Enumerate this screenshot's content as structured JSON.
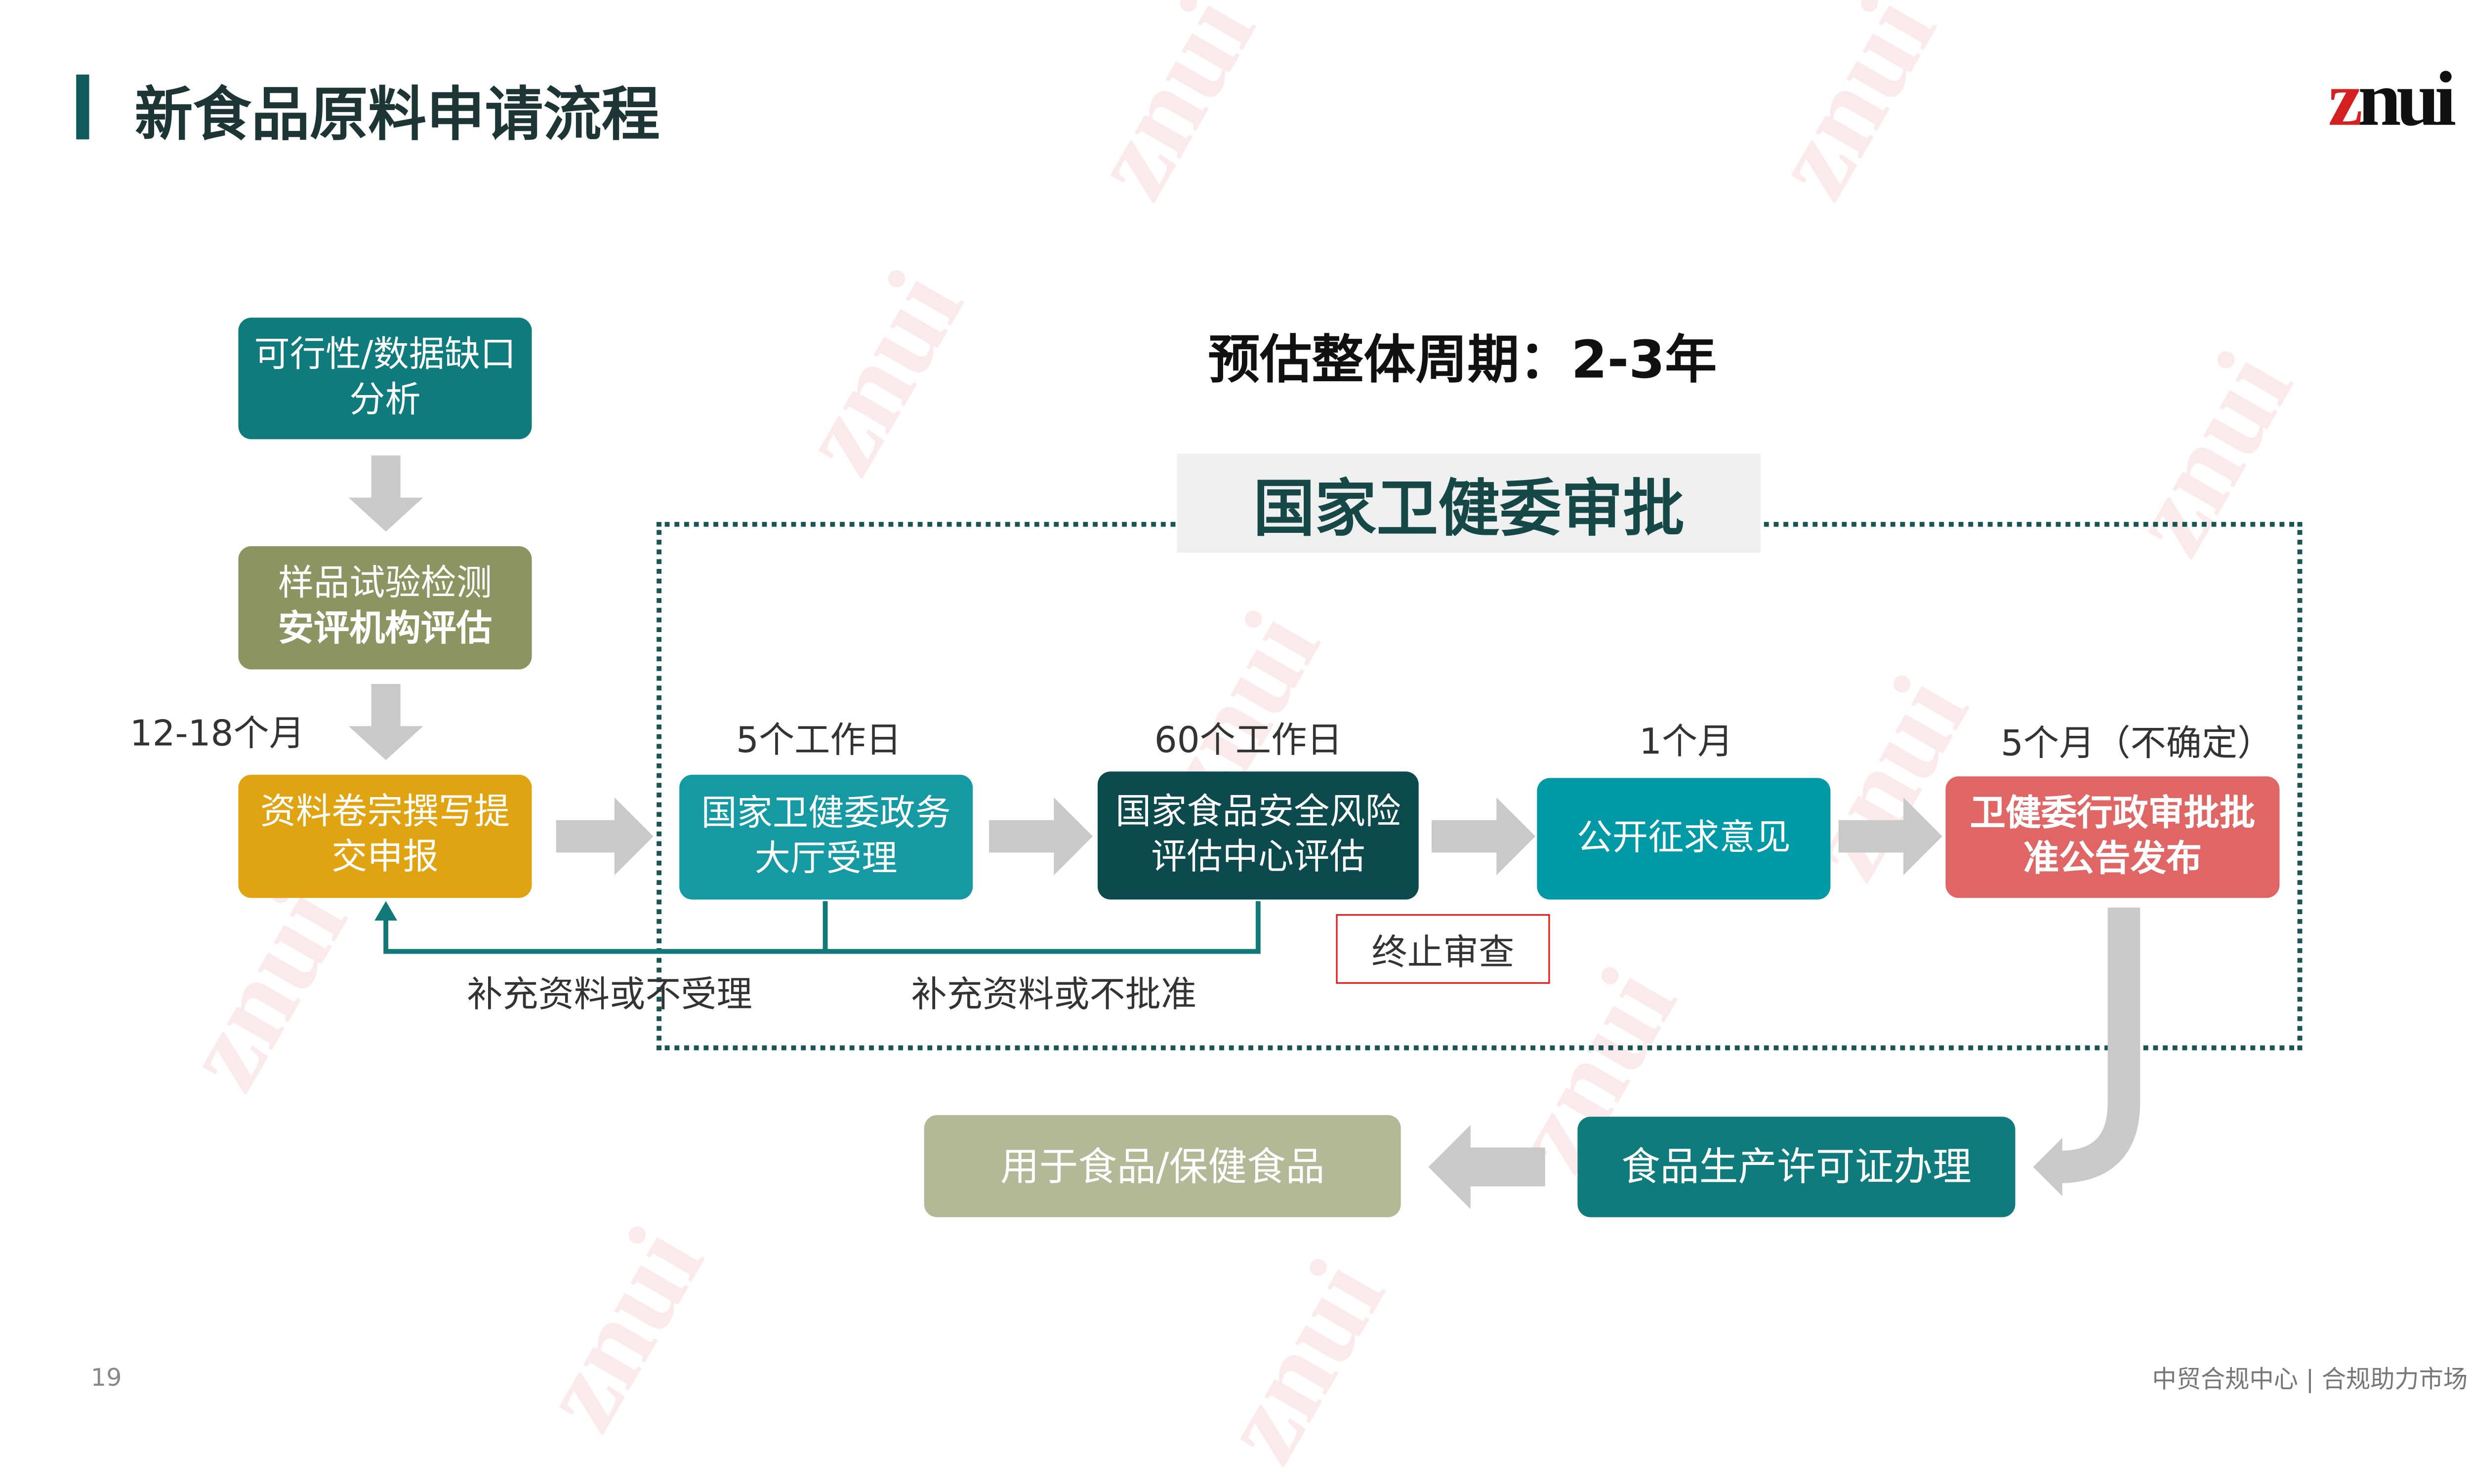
{
  "header": {
    "title": "新食品原料申请流程",
    "logo": "znui"
  },
  "period": "预估整体周期：2-3年",
  "approval_section": "国家卫健委审批",
  "steps": [
    {
      "label": "可行性/数据缺口分析",
      "color": "#0f7b7c"
    },
    {
      "label": "样品试验检测",
      "label2": "安评机构评估",
      "color": "#8c9462"
    },
    {
      "label": "资料卷宗撰写提交申报",
      "color": "#e0a412"
    },
    {
      "label": "国家卫健委政务大厅受理",
      "color": "#1599a3"
    },
    {
      "label": "国家食品安全风险评估中心评估",
      "color": "#0d4a4e"
    },
    {
      "label": "公开征求意见",
      "color": "#0099a6"
    },
    {
      "label": "卫健委行政审批批准公告发布",
      "color": "#e06666"
    },
    {
      "label": "食品生产许可证办理",
      "color": "#0f7b7c"
    },
    {
      "label": "用于食品/保健食品",
      "color": "#b3b996"
    }
  ],
  "durations": [
    "12-18个月",
    "5个工作日",
    "60个工作日",
    "1个月",
    "5个月（不确定）"
  ],
  "feedback": [
    "补充资料或不受理",
    "补充资料或不批准"
  ],
  "terminate": "终止审查",
  "footer": {
    "page": "19",
    "tagline": "中贸合规中心 | 合规助力市场"
  },
  "colors": {
    "accent": "#0f6b6b",
    "arrow": "#c9c9c9",
    "terminate": "#e02020"
  }
}
